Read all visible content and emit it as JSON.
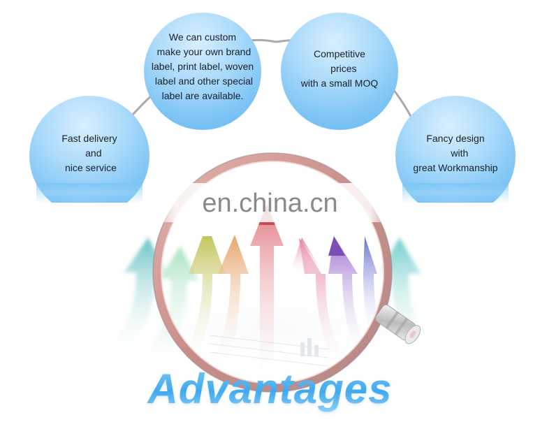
{
  "graphic": {
    "title": "Advantages",
    "watermark": "en.china.cn",
    "bubbles": [
      {
        "id": "fast-delivery",
        "text": "Fast delivery\n   and\n nice service"
      },
      {
        "id": "custom-label",
        "text": "We can custom\n make your own brand\nlabel, print label, woven\n label and other special\nlabel are available."
      },
      {
        "id": "competitive-prices",
        "text": "Competitive\n   prices\nwith a small MOQ"
      },
      {
        "id": "fancy-design",
        "text": "Fancy design\n   with\ngreat Workmanship"
      }
    ],
    "colors": {
      "bubble_blue": "#7fc5f5",
      "title_blue": "#40a9ee",
      "connector_gray": "#a8a8a8",
      "watermark_gray": "#8a8a8a"
    },
    "arrow_colors": [
      "#3fb3b0",
      "#3cbf7a",
      "#c9c46a",
      "#e6a870",
      "#e37f86",
      "#e68aa8",
      "#a77bd0",
      "#6f78d4",
      "#4ec0c0"
    ],
    "icons": [
      "magnifying-glass-icon",
      "upward-arrows-icon"
    ]
  }
}
